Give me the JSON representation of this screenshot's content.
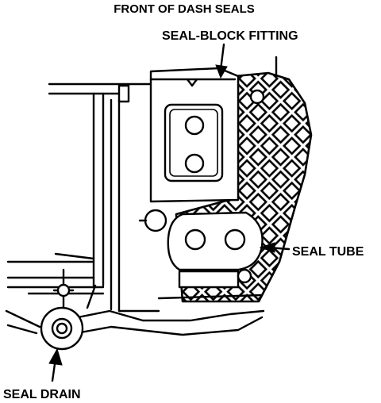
{
  "diagram": {
    "title": "FRONT OF DASH SEALS",
    "labels": {
      "seal_block_fitting": "SEAL-BLOCK  FITTING",
      "seal_tube": "SEAL TUBE",
      "seal_drain": "SEAL DRAIN"
    },
    "colors": {
      "ink": "#000000",
      "background": "#ffffff"
    }
  }
}
